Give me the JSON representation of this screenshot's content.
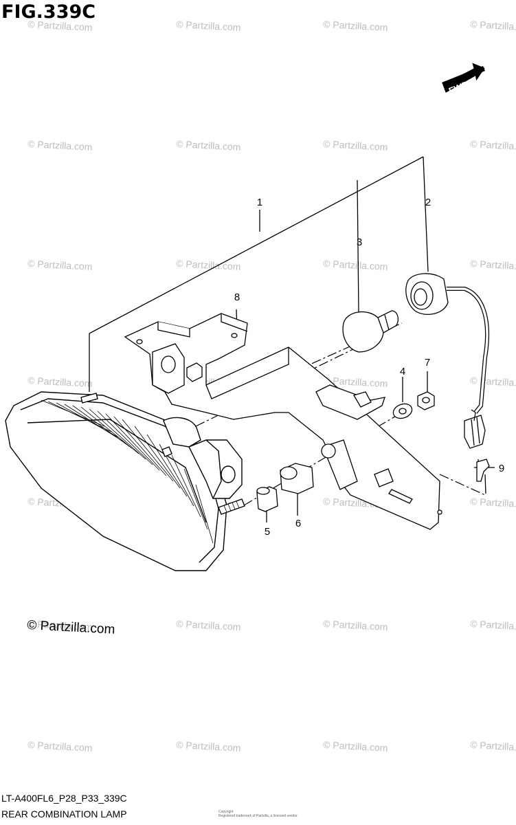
{
  "figure": {
    "title": "FIG.339C",
    "model_code": "LT-A400FL6_P28_P33_339C",
    "name": "REAR COMBINATION LAMP",
    "copyright": "© Partzilla.com",
    "watermark": "© Partzilla.com",
    "direction_label": "FWD",
    "fine_print": [
      "Copyright",
      "Registered trademark of Partzilla, a licensed vendor"
    ]
  },
  "callouts": [
    "1",
    "2",
    "3",
    "4",
    "5",
    "6",
    "7",
    "8",
    "9"
  ],
  "colors": {
    "line": "#000000",
    "watermark": "#bdbdbd",
    "background": "#ffffff"
  }
}
